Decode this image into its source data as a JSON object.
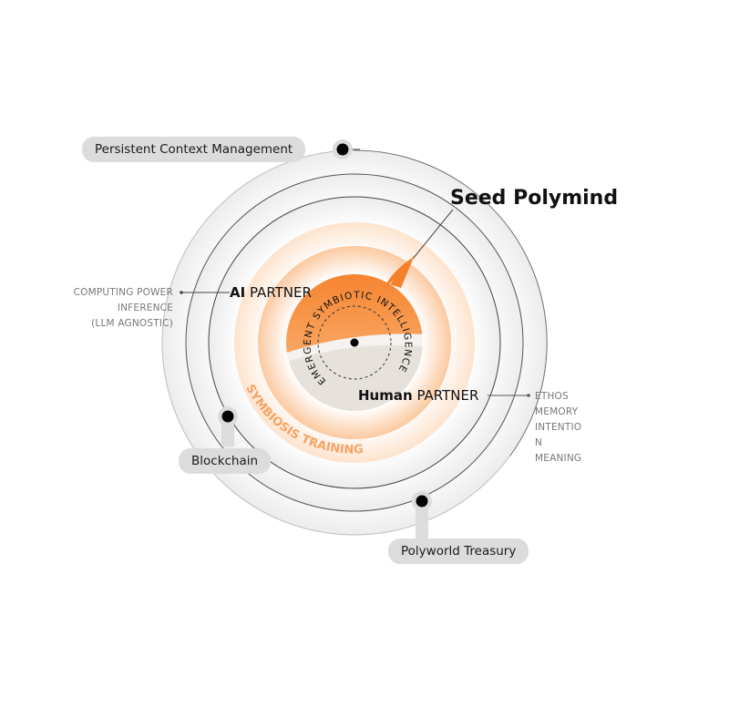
{
  "title": "Seed Polymind",
  "core": {
    "arc_label": "EMERGENT SYMBIOTIC INTELLIGENCE",
    "colors": {
      "top": "#f58a2c",
      "bottom": "#e6e2db"
    }
  },
  "training_label": "SYMBIOSIS TRAINING",
  "accent_color": "#f58a2c",
  "partners": {
    "ai": {
      "bold": "AI",
      "rest": " PARTNER",
      "notes": [
        "COMPUTING POWER",
        "INFERENCE",
        "(LLM AGNOSTIC)"
      ]
    },
    "human": {
      "bold": "Human",
      "rest": " PARTNER",
      "notes": [
        "ETHOS",
        "MEMORY",
        "INTENTIO",
        "N",
        "MEANING"
      ]
    }
  },
  "nodes": [
    {
      "label": "Persistent Context Management"
    },
    {
      "label": "Blockchain"
    },
    {
      "label": "Polyworld Treasury"
    }
  ]
}
